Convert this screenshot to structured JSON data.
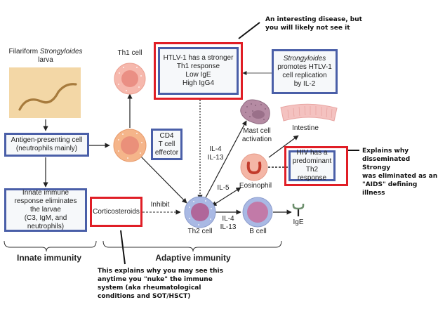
{
  "larva": {
    "title_prefix": "Filariform ",
    "title_italic": "Strongyloides",
    "title_suffix": "larva"
  },
  "boxes": {
    "apc": "Antigen-presenting cell\n(neutrophils mainly)",
    "innate": "Innate immune\nresponse eliminates\nthe larvae\n(C3, IgM, and neutrophils)",
    "corticosteroids": "Corticosteroids",
    "cd4": "CD4\nT cell\neffector",
    "htlv": "HTLV-1 has a stronger\nTh1 response\nLow IgE\nHigh IgG4",
    "strongy_italic": "Strongyloides",
    "strongy_rest": "promotes HTLV-1\ncell replication\nby IL-2",
    "hiv": "HIV has a\npredominant\nTh2 response"
  },
  "cells": {
    "th1": "Th1 cell",
    "th2": "Th2 cell",
    "bcell": "B cell",
    "ige": "IgE",
    "mast": "Mast cell\nactivation",
    "intestine": "Intestine",
    "eosinophil": "Eosinophil"
  },
  "arrow_labels": {
    "inhibit": "Inhibit",
    "il4_il13_mast": "IL-4\nIL-13",
    "il5": "IL-5",
    "il4_il13_b": "IL-4\nIL-13"
  },
  "braces": {
    "innate": "Innate immunity",
    "adaptive": "Adaptive immunity"
  },
  "notes": {
    "htlv_note": "An interesting disease, but\nyou will likely not see it",
    "hiv_note": "Explains why\ndisseminated Strongy\nwas eliminated as an\n\"AIDS\" defining illness",
    "steroid_note": "This explains why you may see this\nanytime you \"nuke\" the immune\nsystem (aka rheumatological\nconditions and SOT/HSCT)"
  },
  "colors": {
    "annotation_red": "#e01e26",
    "box_blue": "#4a5fa8"
  }
}
